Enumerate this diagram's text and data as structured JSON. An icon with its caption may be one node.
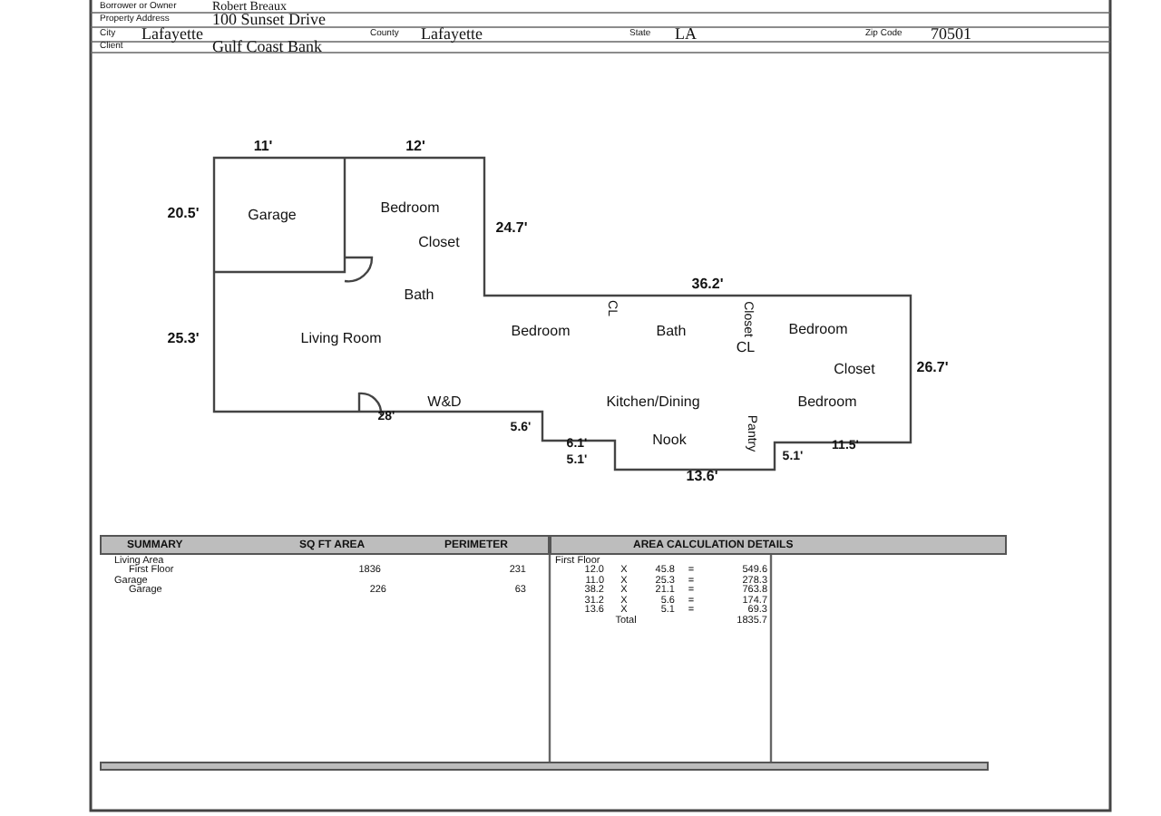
{
  "diagram": {
    "labels": [
      "Borrower or Owner",
      "Robert Breaux",
      "Property Address",
      "100 Sunset Drive",
      "City",
      "Lafayette",
      "County",
      "Lafayette",
      "State",
      "LA",
      "Zip Code",
      "70501",
      "Client",
      "Gulf Coast Bank",
      "11'",
      "12'",
      "20.5'",
      "Garage",
      "Bedroom",
      "Closet",
      "24.7'",
      "Bath",
      "36.2'",
      "CL",
      "Closet",
      "25.3'",
      "Living Room",
      "Bedroom",
      "Bath",
      "Bedroom",
      "CL",
      "Closet",
      "26.7'",
      "W&D",
      "Kitchen/Dining",
      "Bedroom",
      "28'",
      "5.6'",
      "6.1'",
      "Nook",
      "Pantry",
      "11.5'",
      "5.1'",
      "5.1'",
      "13.6'",
      "SUMMARY",
      "SQ FT AREA",
      "PERIMETER",
      "AREA CALCULATION DETAILS",
      "Living Area",
      "First Floor",
      "1836",
      "231",
      "Garage",
      "Garage",
      "226",
      "63",
      "First Floor",
      "12.0",
      "X",
      "45.8",
      "=",
      "549.6",
      "11.0",
      "X",
      "25.3",
      "=",
      "278.3",
      "38.2",
      "X",
      "21.1",
      "=",
      "763.8",
      "31.2",
      "X",
      "5.6",
      "=",
      "174.7",
      "13.6",
      "X",
      "5.1",
      "=",
      "69.3",
      "Total",
      "1835.7"
    ]
  }
}
